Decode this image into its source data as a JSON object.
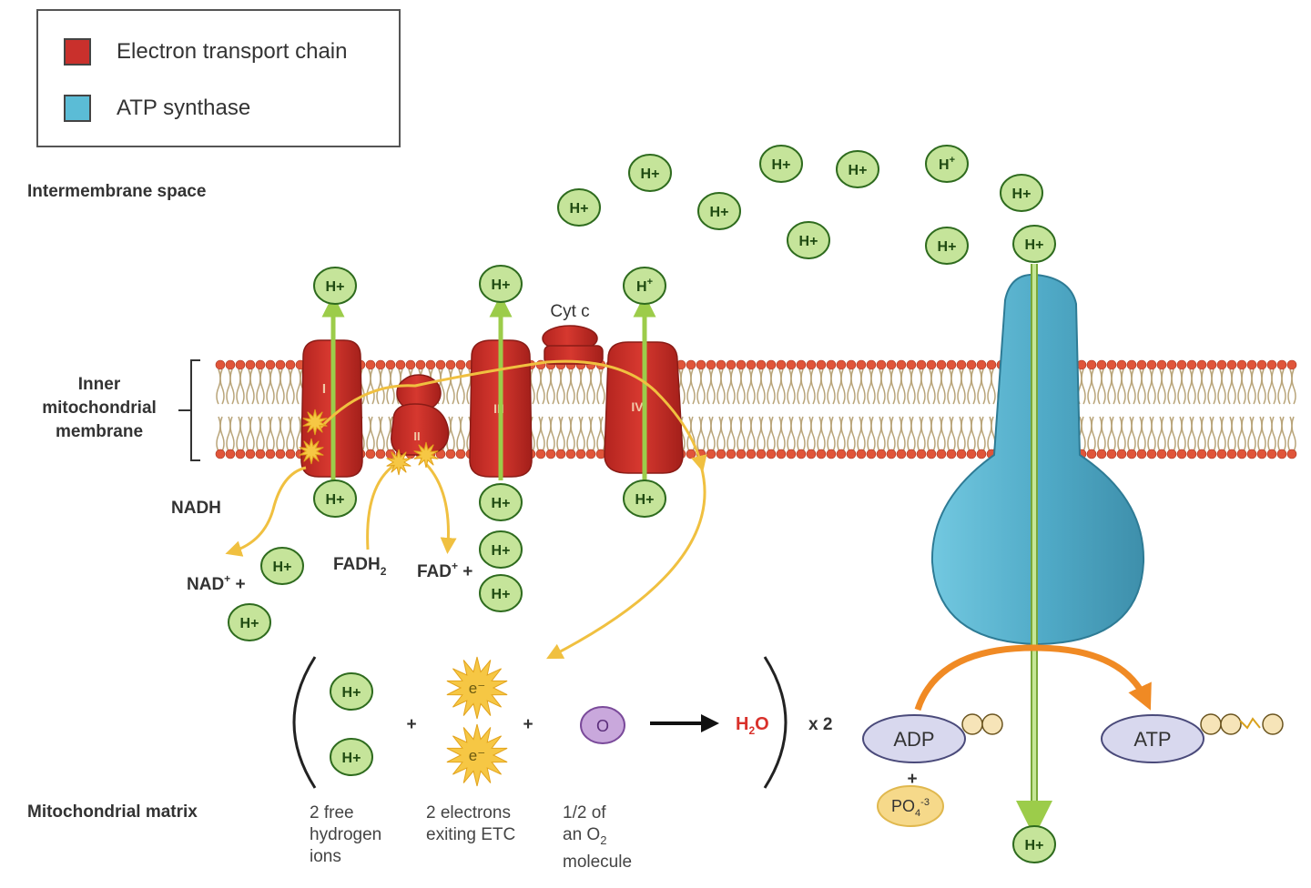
{
  "legend": {
    "items": [
      {
        "label": "Electron transport chain",
        "color": "#c9302c"
      },
      {
        "label": "ATP synthase",
        "color": "#5bbcd6"
      }
    ]
  },
  "regions": {
    "intermembrane": "Intermembrane space",
    "membrane_lines": [
      "Inner",
      "mitochondrial",
      "membrane"
    ],
    "matrix": "Mitochondrial matrix"
  },
  "complexes": {
    "I": "I",
    "II": "II",
    "III": "III",
    "IV": "IV",
    "cyt_c": "Cyt c"
  },
  "proton": {
    "label": "H+",
    "label_sup": "H",
    "sup": "+",
    "fill": "#c5e49a",
    "stroke": "#2e6b1e"
  },
  "molecules": {
    "nadh": "NADH",
    "nad": {
      "base": "NAD",
      "sup": "+",
      "tail": " +"
    },
    "fadh2": {
      "base": "FADH",
      "sub": "2"
    },
    "fad": {
      "base": "FAD",
      "sup": "+",
      "tail": " +"
    },
    "electron": "e⁻",
    "oxygen": "O",
    "water": {
      "h": "H",
      "sub": "2",
      "o": "O"
    },
    "times_two": "x 2",
    "plus": "+",
    "adp": "ADP",
    "atp": "ATP",
    "phosphate": {
      "base": "PO",
      "sub": "4",
      "sup": "-3"
    }
  },
  "captions": {
    "hydrogen": [
      "2 free",
      "hydrogen",
      "ions"
    ],
    "electrons": [
      "2 electrons",
      "exiting ETC"
    ],
    "oxygen": [
      "1/2 of",
      "an O",
      "molecule"
    ],
    "oxygen_sub": "2"
  },
  "colors": {
    "etc_red": "#c9302c",
    "atp_blue": "#5bbcd6",
    "arrow_green": "#9ccc4a",
    "electron_path": "#f0c040",
    "synthase_arrow": "#f08a24",
    "lipid_head": "#e0553a",
    "lipid_tail": "#b9a57a",
    "water_red": "#d9312b",
    "oxygen_fill": "#c9a8dc",
    "adp_fill": "#d8d8ee",
    "phosphate_fill": "#f6d98a"
  }
}
